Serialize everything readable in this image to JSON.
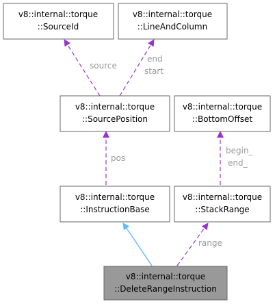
{
  "nodes": {
    "source_id": {
      "line1": "v8::internal::torque",
      "line2": "::SourceId"
    },
    "line_and_column": {
      "line1": "v8::internal::torque",
      "line2": "::LineAndColumn"
    },
    "source_position": {
      "line1": "v8::internal::torque",
      "line2": "::SourcePosition"
    },
    "bottom_offset": {
      "line1": "v8::internal::torque",
      "line2": "::BottomOffset"
    },
    "instruction_base": {
      "line1": "v8::internal::torque",
      "line2": "::InstructionBase"
    },
    "stack_range": {
      "line1": "v8::internal::torque",
      "line2": "::StackRange"
    },
    "delete_range_instruction": {
      "line1": "v8::internal::torque",
      "line2": "::DeleteRangeInstruction"
    }
  },
  "edges": {
    "source": {
      "label": "source"
    },
    "end_start": {
      "label1": "end",
      "label2": "start"
    },
    "pos": {
      "label": "pos"
    },
    "begin_end": {
      "label1": "begin_",
      "label2": "end_"
    },
    "range": {
      "label": "range"
    }
  },
  "colors": {
    "node_fill": "#ffffff",
    "highlight_fill": "#999999",
    "node_border": "#666666",
    "inheritance_edge": "#63b8ff",
    "usage_edge": "#9a32cd",
    "edge_label": "#9a9a9a"
  }
}
